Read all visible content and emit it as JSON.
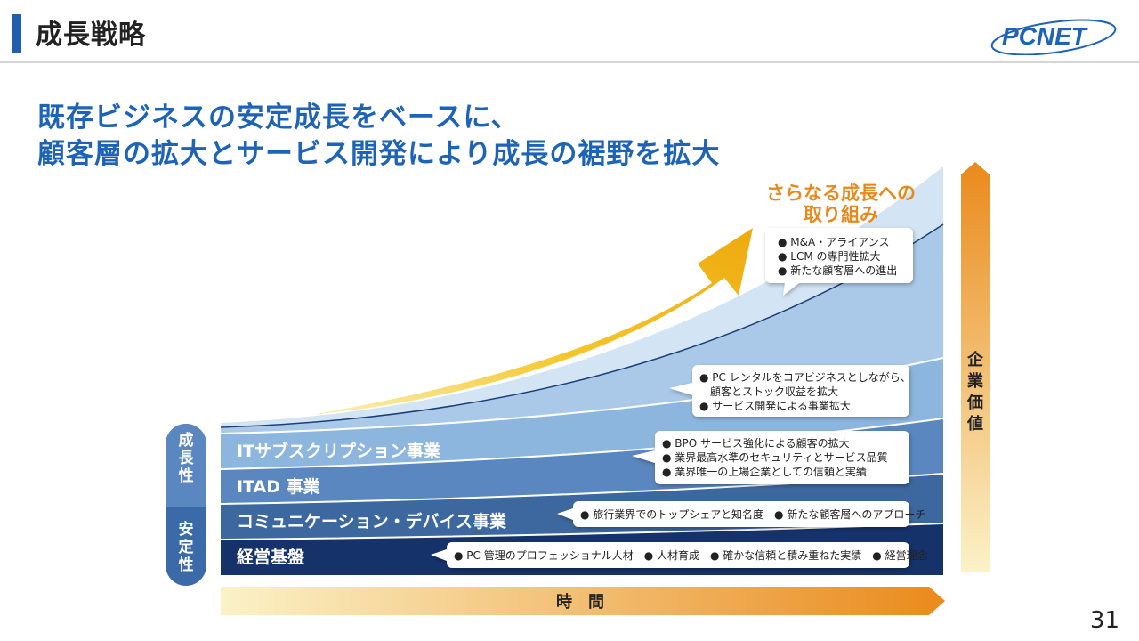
{
  "header": {
    "title": "成長戦略",
    "logo_text": "PCNET"
  },
  "headline": {
    "line1": "既存ビジネスの安定成長をベースに、",
    "line2": "顧客層の拡大とサービス開発により成長の裾野を拡大"
  },
  "growth": {
    "title_line1": "さらなる成長への",
    "title_line2": "取り組み",
    "items": [
      "● M&A・アライアンス",
      "● LCM の専門性拡大",
      "● 新たな顧客層への進出"
    ]
  },
  "layers": [
    {
      "label": "ITサブスクリプション事業",
      "notes": [
        "● PC レンタルをコアビジネスとしながら、",
        "　顧客とストック収益を拡大",
        "● サービス開発による事業拡大"
      ]
    },
    {
      "label": "ITAD 事業",
      "notes": [
        "● BPO サービス強化による顧客の拡大",
        "● 業界最高水準のセキュリティとサービス品質",
        "● 業界唯一の上場企業としての信頼と実績"
      ]
    },
    {
      "label": "コミュニケーション・デバイス事業",
      "notes": [
        "● 旅行業界でのトップシェアと知名度　● 新たな顧客層へのアプローチ"
      ]
    },
    {
      "label": "経営基盤",
      "notes": [
        "● PC 管理のプロフェッショナル人材　● 人材育成　● 確かな信頼と積み重ねた実績　● 経営理念"
      ]
    }
  ],
  "left_axis": {
    "top": [
      "成",
      "長",
      "性"
    ],
    "bottom": [
      "安",
      "定",
      "性"
    ]
  },
  "right_axis": {
    "chars": [
      "企",
      "業",
      "価",
      "値"
    ]
  },
  "bottom_axis": {
    "label": "時　間"
  },
  "colors": {
    "accent_blue": "#1d63b8",
    "navy": "#16326a",
    "orange": "#e8891a",
    "yellow_arrow": "#f2bd1c"
  },
  "page_number": "31"
}
